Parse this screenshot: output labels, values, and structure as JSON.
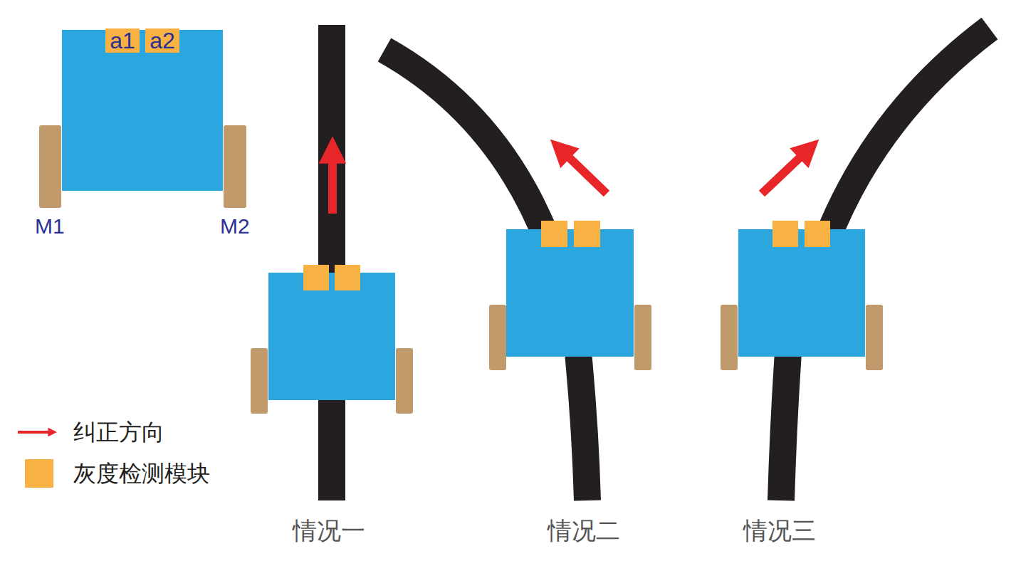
{
  "diagram": {
    "nodes": [
      {
        "text": [
          "a1"
        ]
      },
      {
        "text": [
          "a2"
        ]
      }
    ],
    "labels": [
      "M1",
      "M2",
      "情况一",
      "情况二",
      "情况三"
    ],
    "legend": [
      {
        "text": "纠正方向"
      },
      {
        "text": "灰度检测模块",
        "color": "#f8b143"
      }
    ]
  }
}
